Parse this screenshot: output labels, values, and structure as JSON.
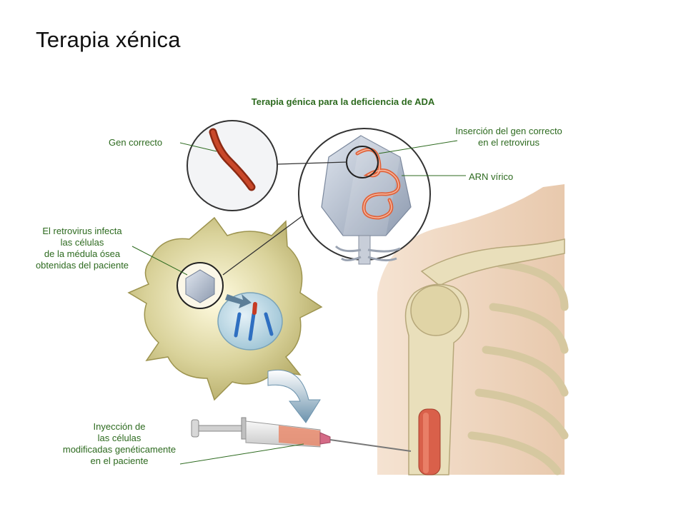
{
  "title": "Terapia xénica",
  "figure": {
    "title": "Terapia génica para la deficiencia de ADA"
  },
  "labels": {
    "correct_gene": "Gen correcto",
    "insertion": [
      "Inserción del gen correcto",
      "en el retrovirus"
    ],
    "viral_rna": "ARN vírico",
    "infects": [
      "El retrovirus infecta",
      "las células",
      "de la médula ósea",
      "obtenidas del paciente"
    ],
    "injection": [
      "Inyección de",
      "las células",
      "modificadas genéticamente",
      "en el paciente"
    ]
  },
  "colors": {
    "label_green": "#2d6a1f",
    "gene_red": "#b03a1e",
    "rna_orange": "#e0623a",
    "virus_blue": "#a7b4c8",
    "cell_yellow": "#cfc78a",
    "skin": "#f2dcc6",
    "bone": "#e6dcb4",
    "marrow": "#d9604a"
  }
}
